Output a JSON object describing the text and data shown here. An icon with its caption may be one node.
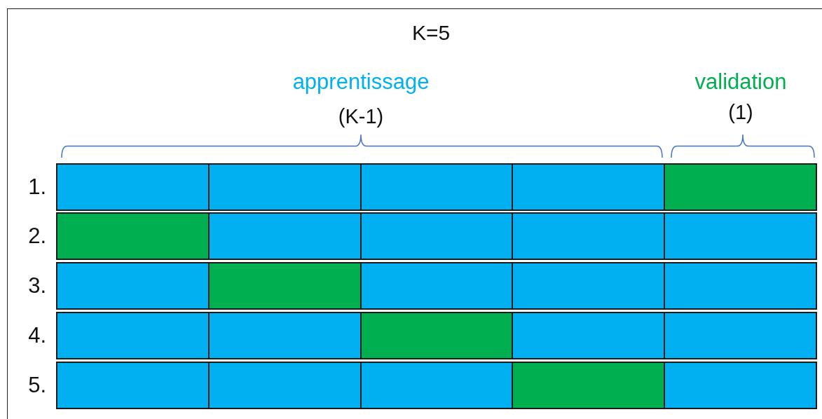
{
  "diagram": {
    "title": "K=5",
    "nodes": [
      {
        "text": [
          "1."
        ]
      },
      {
        "text": [],
        "shape": "box",
        "in": 0
      },
      {
        "text": [],
        "shape": "box",
        "in": 0
      },
      {
        "text": [],
        "shape": "box",
        "in": 0
      },
      {
        "text": [],
        "shape": "box",
        "in": 0
      },
      {
        "text": [],
        "shape": "box",
        "in": 0
      },
      {
        "text": [
          "2."
        ]
      },
      {
        "text": [],
        "shape": "box",
        "in": 6
      },
      {
        "text": [],
        "shape": "box",
        "in": 6
      },
      {
        "text": [],
        "shape": "box",
        "in": 6
      },
      {
        "text": [],
        "shape": "box",
        "in": 6
      },
      {
        "text": [],
        "shape": "box",
        "in": 6
      },
      {
        "text": [
          "3."
        ]
      },
      {
        "text": [],
        "shape": "box",
        "in": 12
      },
      {
        "text": [],
        "shape": "box",
        "in": 12
      },
      {
        "text": [],
        "shape": "box",
        "in": 12
      },
      {
        "text": [],
        "shape": "box",
        "in": 12
      },
      {
        "text": [],
        "shape": "box",
        "in": 12
      },
      {
        "text": [
          "4."
        ]
      },
      {
        "text": [],
        "shape": "box",
        "in": 18
      },
      {
        "text": [],
        "shape": "box",
        "in": 18
      },
      {
        "text": [],
        "shape": "box",
        "in": 18
      },
      {
        "text": [],
        "shape": "box",
        "in": 18
      },
      {
        "text": [],
        "shape": "box",
        "in": 18
      },
      {
        "text": [
          "5."
        ]
      },
      {
        "text": [],
        "shape": "box",
        "in": 24
      },
      {
        "text": [],
        "shape": "box",
        "in": 24
      },
      {
        "text": [],
        "shape": "box",
        "in": 24
      },
      {
        "text": [],
        "shape": "box",
        "in": 24
      },
      {
        "text": [],
        "shape": "box",
        "in": 24
      }
    ],
    "labels": [
      "apprentissage",
      "validation",
      "(K-1)",
      "(1)"
    ]
  }
}
